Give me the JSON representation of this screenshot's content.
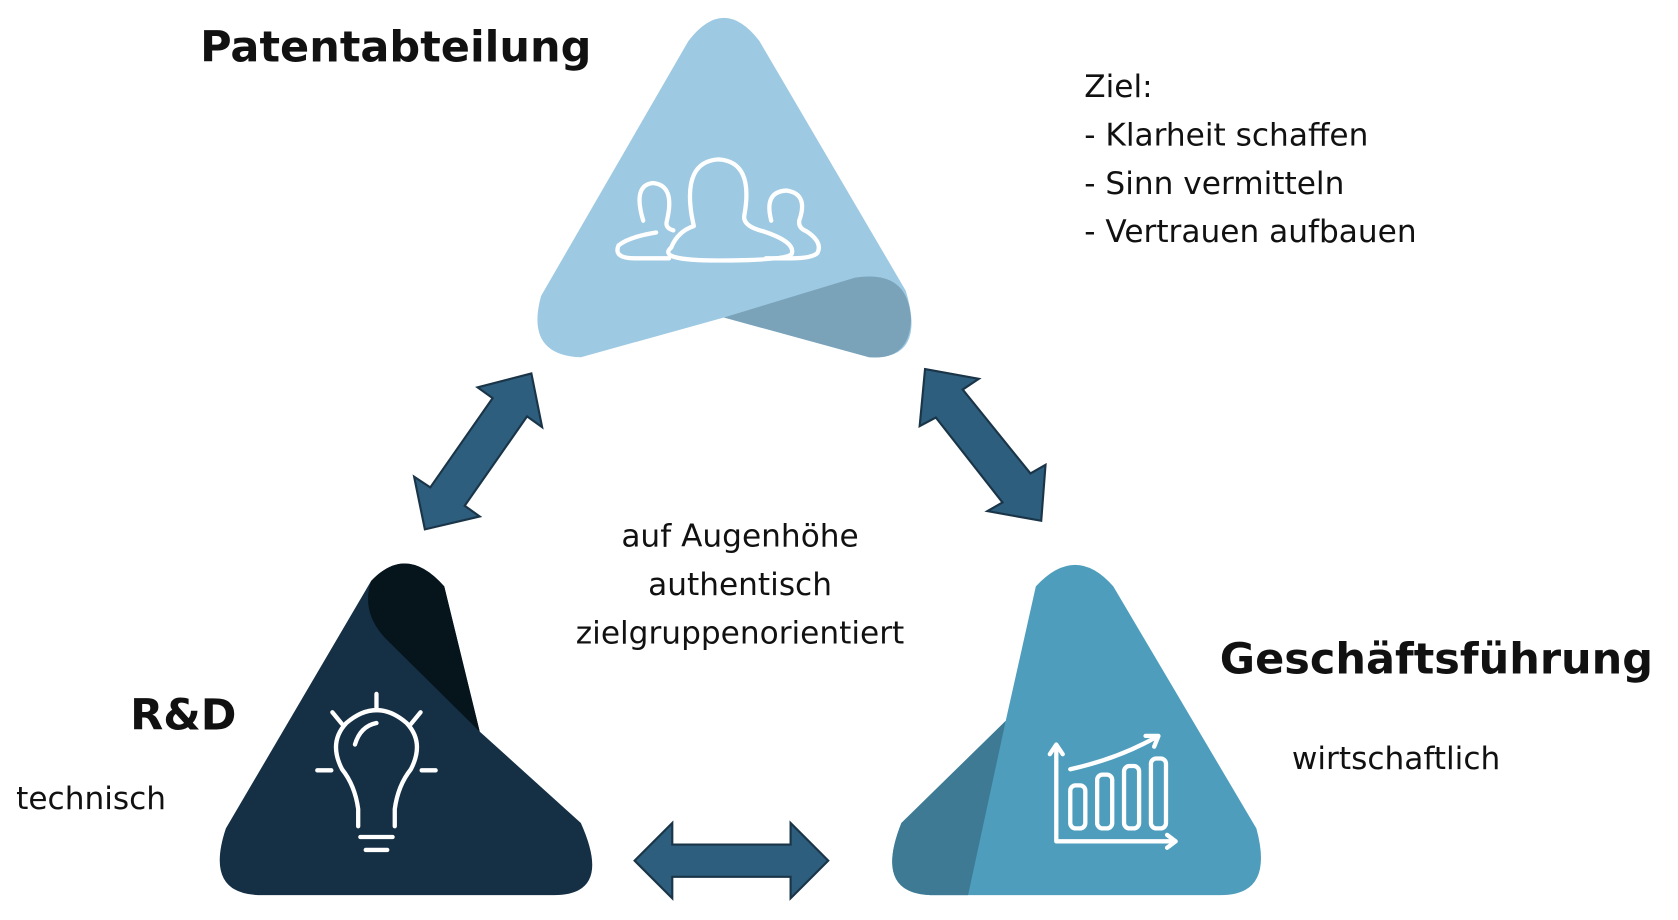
{
  "nodes": {
    "top": {
      "title": "Patentabteilung",
      "icon": "people-group-icon",
      "color": "#9DC9E2",
      "fold_color": "#7AA2B8"
    },
    "left": {
      "title": "R&D",
      "subtitle": "technisch",
      "icon": "lightbulb-icon",
      "color": "#152F45",
      "fold_color": "#06141C"
    },
    "right": {
      "title": "Geschäftsführung",
      "subtitle": "wirtschaftlich",
      "icon": "bar-chart-growth-icon",
      "color": "#4E9DBC",
      "fold_color": "#3E7A94"
    }
  },
  "goal": {
    "heading": "Ziel:",
    "items": [
      "- Klarheit schaffen",
      "- Sinn vermitteln",
      "- Vertrauen aufbauen"
    ]
  },
  "center": {
    "lines": [
      "auf Augenhöhe",
      "authentisch",
      "zielgruppenorientiert"
    ]
  },
  "arrow_color": "#2E5E7E"
}
